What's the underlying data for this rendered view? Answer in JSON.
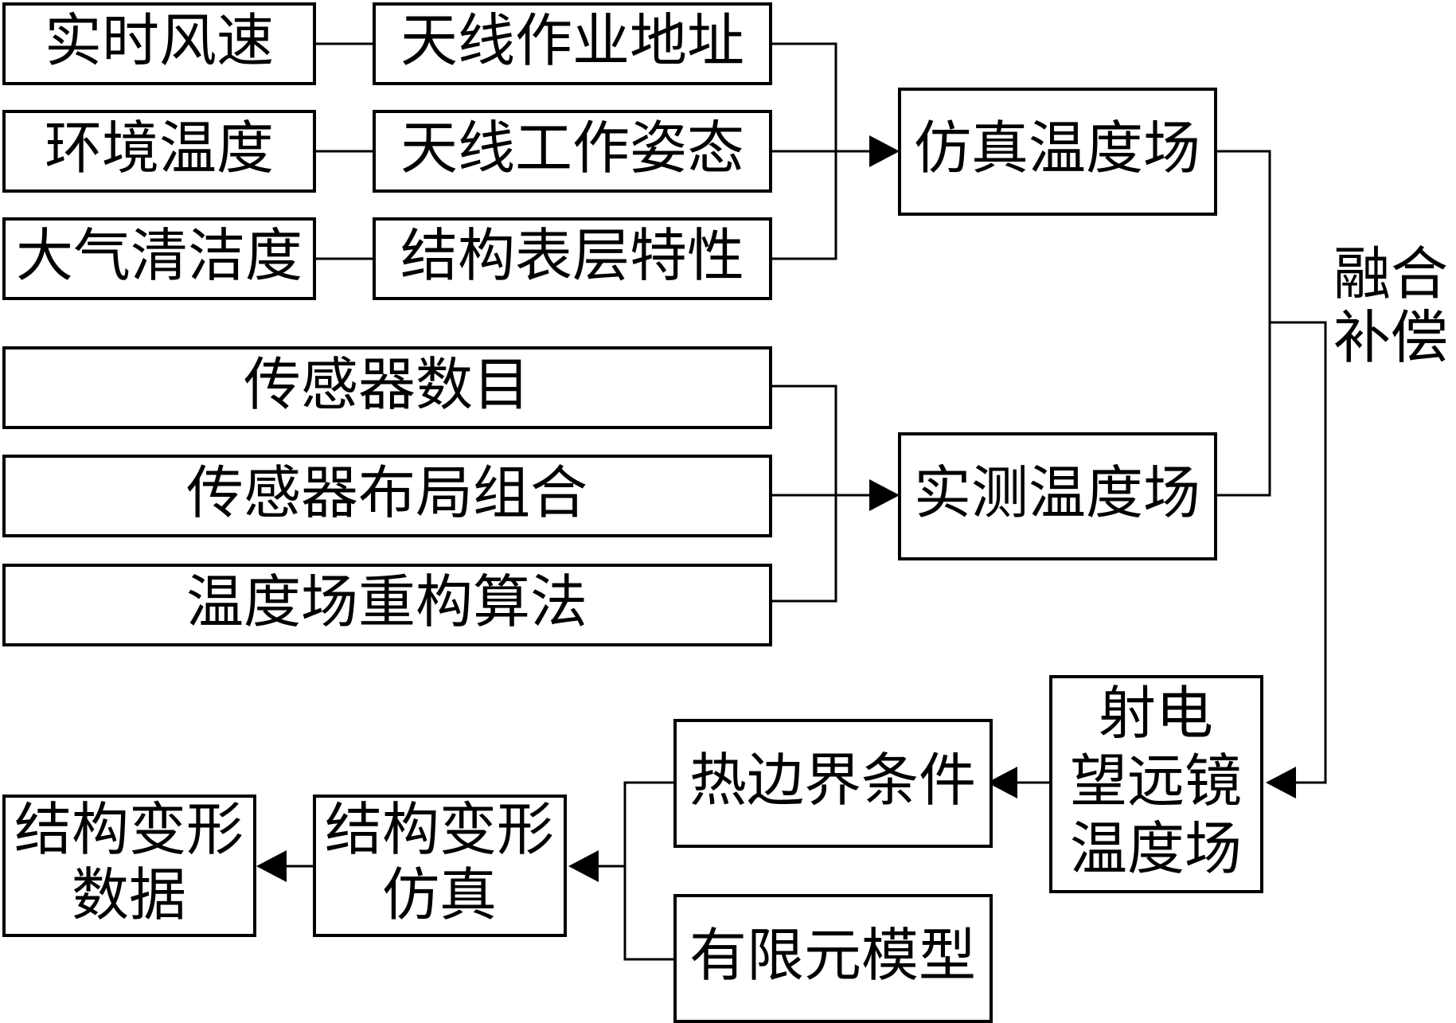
{
  "diagram": {
    "inputs_left": [
      "实时风速",
      "环境温度",
      "大气清洁度"
    ],
    "inputs_mid": [
      "天线作业地址",
      "天线工作姿态",
      "结构表层特性"
    ],
    "sensor_inputs": [
      "传感器数目",
      "传感器布局组合",
      "温度场重构算法"
    ],
    "simulated_field": "仿真温度场",
    "measured_field": "实测温度场",
    "fusion_label": [
      "融合",
      "补偿"
    ],
    "telescope_field": [
      "射电",
      "望远镜",
      "温度场"
    ],
    "thermal_boundary": "热边界条件",
    "fem_model": "有限元模型",
    "deformation_sim": [
      "结构变形",
      "仿真"
    ],
    "deformation_data": [
      "结构变形",
      "数据"
    ]
  }
}
